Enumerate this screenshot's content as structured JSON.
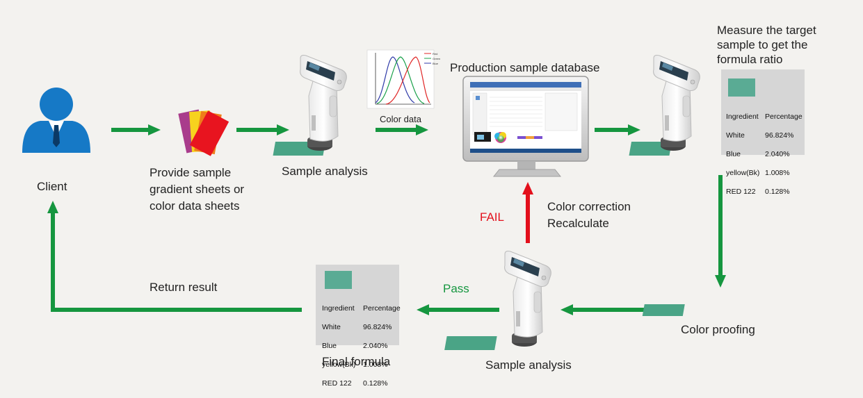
{
  "nodes": {
    "client": "Client",
    "provide": "Provide sample\ngradient sheets or\ncolor data sheets",
    "analysis_top": "Sample analysis",
    "color_data": "Color data",
    "database": "Production sample database",
    "measure": "Measure the target\nsample to get the\nformula ratio",
    "proofing": "Color proofing",
    "analysis_bottom": "Sample analysis",
    "final_formula": "Final formula",
    "return_result": "Return result"
  },
  "edges": {
    "pass": "Pass",
    "fail": "FAIL",
    "correction": "Color correction\nRecalculate"
  },
  "formula_table": {
    "header_ingredient": "Ingredient",
    "header_percentage": "Percentage",
    "ingredients": [
      "White",
      "Blue",
      "yellow(Bk)",
      "RED 122"
    ],
    "percentages": [
      "96.824%",
      "2.040%",
      "1.008%",
      "0.128%"
    ]
  },
  "spectral_legend": [
    "Red",
    "Green",
    "Blue"
  ],
  "colors": {
    "arrow_green": "#15963f",
    "arrow_red": "#e3101c",
    "swatch": "#5aab94",
    "panel": "#d6d6d6",
    "client_blue": "#1679c6"
  }
}
